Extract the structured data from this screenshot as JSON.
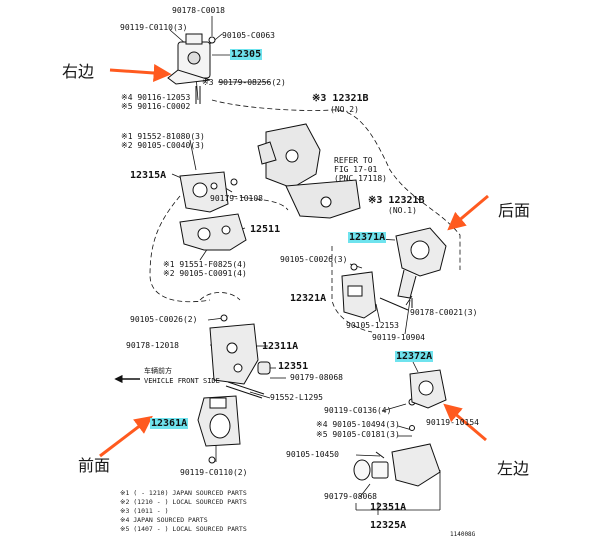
{
  "colors": {
    "highlight": "#6fe3ee",
    "arrow": "#ff5a1f",
    "line": "#111111"
  },
  "labels": {
    "p90178_c0018": "90178-C0018",
    "p90119_c0110_3": "90119-C0110(3)",
    "p90105_c0063": "90105-C0063",
    "p12305": "12305",
    "p90179_08256": "※3 90179-08256(2)",
    "p90116_12053": "※4 90116-12053",
    "p90116_c0002": "※5 90116-C0002",
    "p12321b_top": "※3 12321B",
    "no2": "(NO.2)",
    "p91552_81080": "※1 91552-81080(3)",
    "p90105_c0040": "※2 90105-C0040(3)",
    "refer1": "REFER TO",
    "refer2": "FIG 17-01",
    "refer3": "(PNC 17118)",
    "p12315a": "12315A",
    "p90179_10108": "90179-10108",
    "p12321b_mid": "※3 12321B",
    "no1": "(NO.1)",
    "p12511": "12511",
    "p12371a": "12371A",
    "p91551_f0825": "※1 91551-F0825(4)",
    "p90105_c0091": "※2 90105-C0091(4)",
    "p90105_c0026_3": "90105-C0026(3)",
    "p12321a": "12321A",
    "p90178_c0021": "90178-C0021(3)",
    "p90105_12153": "90105-12153",
    "p90119_10904": "90119-10904",
    "p90105_c0026_2": "90105-C0026(2)",
    "p90178_12018": "90178-12018",
    "p12311a": "12311A",
    "p12372a": "12372A",
    "p12351_left": "12351",
    "p90179_08068_left": "90179-08068",
    "vehicle_cn": "车辆前方",
    "vehicle_front": "VEHICLE FRONT SIDE",
    "p91552_l1295": "91552-L1295",
    "p12361a": "12361A",
    "p90119_c0136": "90119-C0136(4)",
    "p90105_10494": "※4 90105-10494(3)",
    "p90105_c0181": "※5 90105-C0181(3)",
    "p90119_10154": "90119-10154",
    "p90105_10450": "90105-10450",
    "p90119_c0110_2": "90119-C0110(2)",
    "p90179_08068_right": "90179-08068",
    "p12351a": "12351A",
    "p12325a": "12325A",
    "figure_id": "114008G"
  },
  "annotations": {
    "right_side": "右边",
    "rear": "后面",
    "front": "前面",
    "left_side": "左边"
  },
  "notes": [
    "※1 (        - 1210) JAPAN SOURCED PARTS",
    "※2 (1210 -      ) LOCAL SOURCED PARTS",
    "※3 (1011 -      )",
    "※4 JAPAN SOURCED PARTS",
    "※5 (1407 -      ) LOCAL SOURCED PARTS"
  ]
}
